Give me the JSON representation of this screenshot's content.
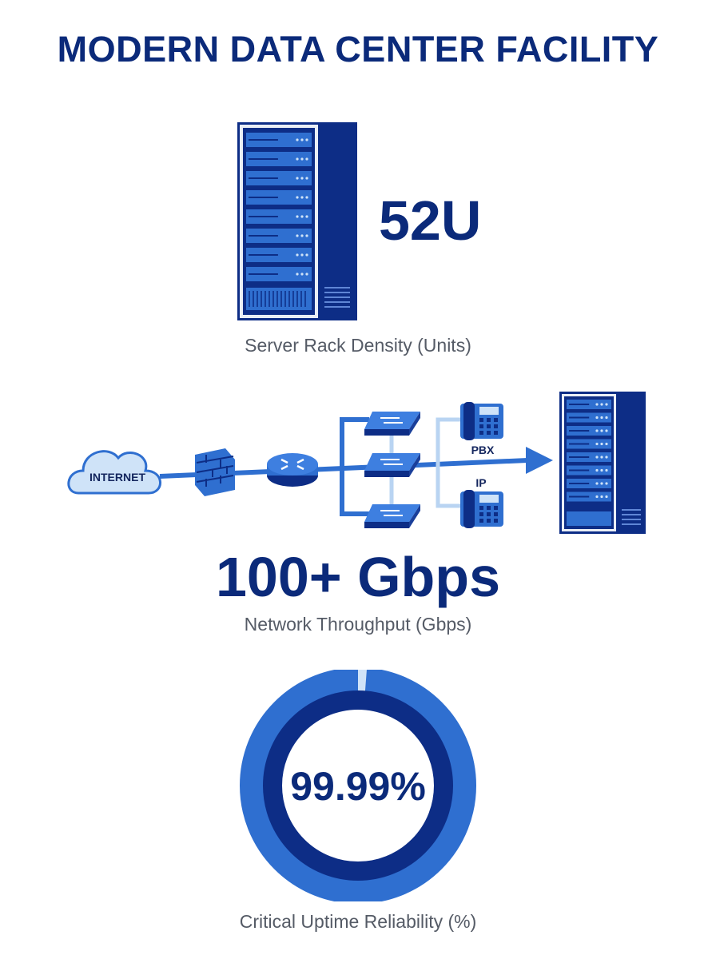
{
  "title": "MODERN DATA CENTER FACILITY",
  "rack": {
    "value": "52U",
    "caption": "Server Rack Density (Units)"
  },
  "network": {
    "cloud_label": "INTERNET",
    "pbx_label": "PBX",
    "ip_label": "IP",
    "value": "100+ Gbps",
    "caption": "Network Throughput (Gbps)",
    "icons": [
      "cloud-icon",
      "firewall-icon",
      "router-icon",
      "switch-icon",
      "phone-icon",
      "server-rack-icon",
      "arrow-icon"
    ]
  },
  "uptime": {
    "value": "99.99%",
    "percent": 99.99,
    "caption": "Critical Uptime Reliability (%)"
  },
  "colors": {
    "navy": "#0b2a7a",
    "blue": "#2f6fd0",
    "light_blue": "#cfe3f8",
    "dark_navy": "#0d2d86"
  }
}
